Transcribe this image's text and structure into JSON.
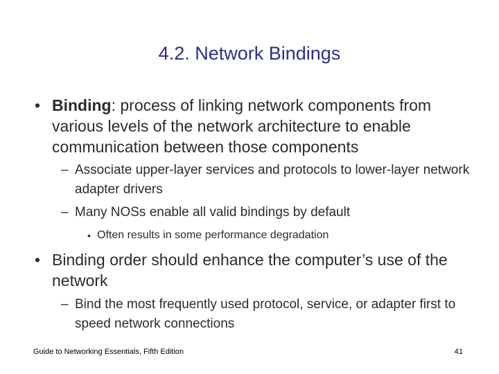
{
  "slide": {
    "title": "4.2. Network Bindings",
    "bullets": [
      {
        "term": "Binding",
        "text": ": process of linking network components from various levels of the network architecture to enable communication between those components",
        "sub": [
          {
            "text": "Associate upper-layer services and protocols to lower-layer network adapter drivers"
          },
          {
            "text": "Many NOSs enable all valid bindings by default",
            "sub": [
              {
                "text": "Often results in some performance degradation"
              }
            ]
          }
        ]
      },
      {
        "text": "Binding order should enhance the computer’s use of the network",
        "sub": [
          {
            "text": "Bind the most frequently used protocol, service, or adapter first to speed network connections"
          }
        ]
      }
    ],
    "bullet_glyph": "•",
    "dash_glyph": "–",
    "footer": "Guide to Networking Essentials, Fifth Edition",
    "page_number": "41"
  }
}
